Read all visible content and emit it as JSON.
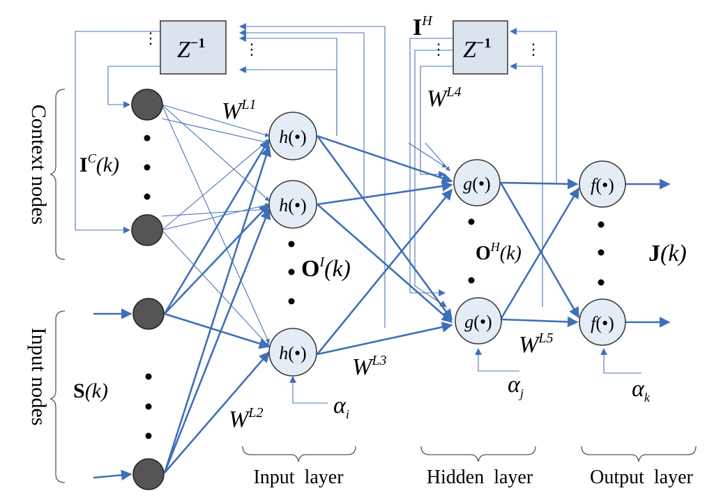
{
  "delay_box": {
    "label": "Z",
    "exp": "−1"
  },
  "weights": {
    "L1": {
      "main": "W",
      "sup": "L1"
    },
    "L2": {
      "main": "W",
      "sup": "L2"
    },
    "L3": {
      "main": "W",
      "sup": "L3"
    },
    "L4": {
      "main": "W",
      "sup": "L4"
    },
    "L5": {
      "main": "W",
      "sup": "L5"
    }
  },
  "nodes": {
    "input_fn": {
      "letter": "h",
      "paren": "(•)"
    },
    "hidden_fn": {
      "letter": "g",
      "paren": "(•)"
    },
    "output_fn": {
      "letter": "f",
      "paren": "(•)"
    }
  },
  "signals": {
    "context_input": {
      "main": "I",
      "sup": "C",
      "arg": "(k)"
    },
    "external_input": {
      "main": "S",
      "arg": "(k)"
    },
    "input_layer_output": {
      "main": "O",
      "sup": "I",
      "arg": "(k)"
    },
    "hidden_feedback": {
      "main": "I",
      "sup": "H"
    },
    "hidden_output": {
      "main": "O",
      "sup": "H",
      "arg": "(k)"
    },
    "network_output": {
      "main": "J",
      "arg": "(k)"
    }
  },
  "biases": {
    "input": {
      "main": "α",
      "sub": "i"
    },
    "hidden": {
      "main": "α",
      "sub": "j"
    },
    "output": {
      "main": "α",
      "sub": "k"
    }
  },
  "side_labels": {
    "context": "Context nodes",
    "input": "Input nodes"
  },
  "layer_labels": {
    "input": "Input  layer",
    "hidden": "Hidden  layer",
    "output": "Output  layer"
  },
  "colors": {
    "connection": "#3f6fb8",
    "dark_node": "#555555",
    "light_node": "#e4ecf6"
  }
}
